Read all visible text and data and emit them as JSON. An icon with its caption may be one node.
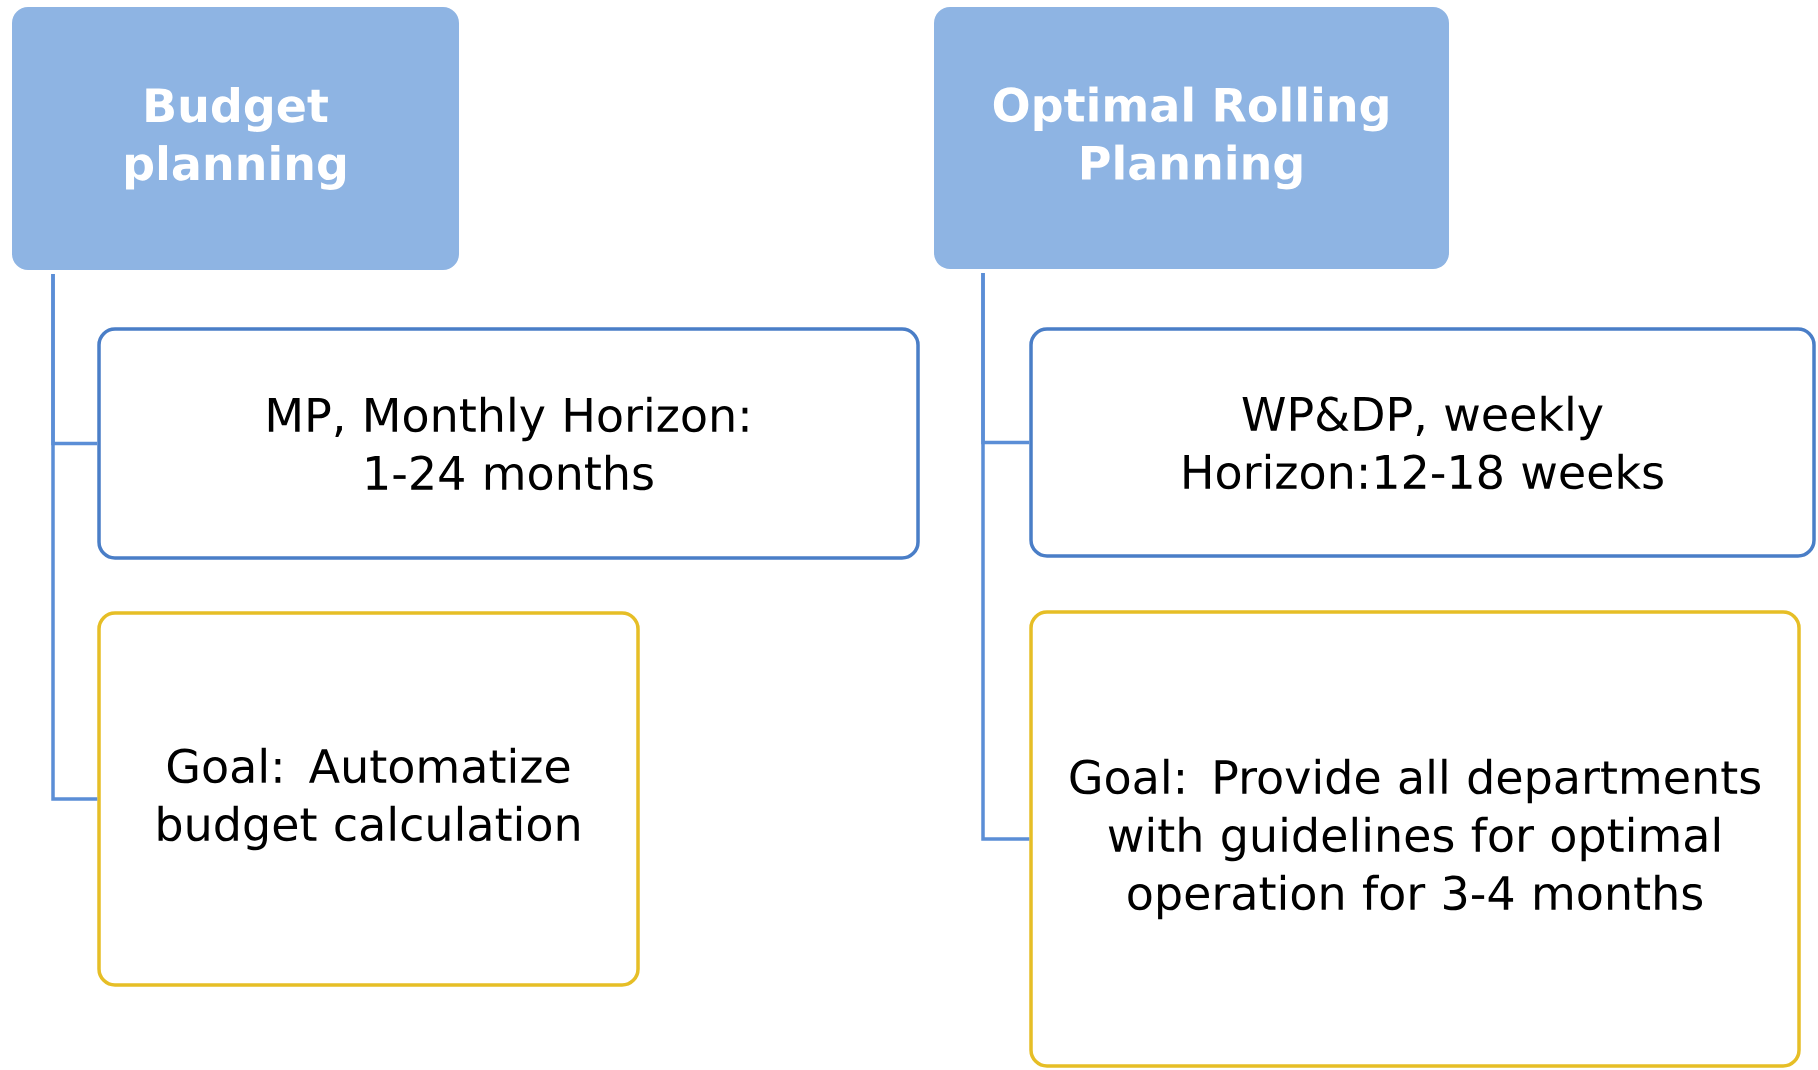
{
  "diagram": {
    "nodes": [
      {
        "text": [
          "Budget planning"
        ]
      },
      {
        "text": [
          "MP, Monthly Horizon: 1-24 months"
        ]
      },
      {
        "text": [
          "Goal: Automatize budget calculation"
        ]
      },
      {
        "text": [
          "Optimal Rolling Planning"
        ]
      },
      {
        "text": [
          "WP&DP, weekly Horizon:12-18 weeks"
        ]
      },
      {
        "text": [
          "Goal: Provide all departments with guidelines for optimal operation for 3-4 months"
        ]
      }
    ],
    "edges": [
      {
        "from": 0,
        "to": 1,
        "arrow": "none"
      },
      {
        "from": 0,
        "to": 2,
        "arrow": "none"
      },
      {
        "from": 3,
        "to": 4,
        "arrow": "none"
      },
      {
        "from": 3,
        "to": 5,
        "arrow": "none"
      }
    ]
  }
}
